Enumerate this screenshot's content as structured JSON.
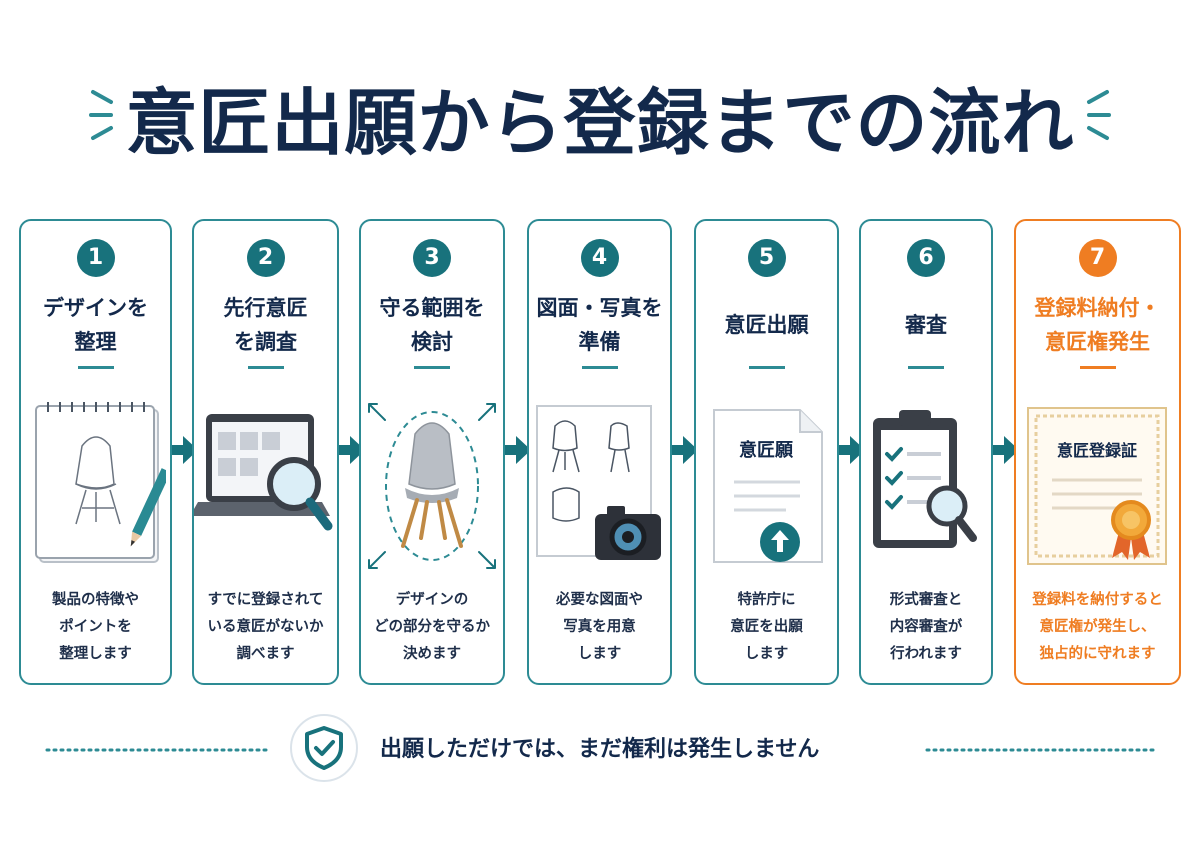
{
  "title": "意匠出願から登録までの流れ",
  "colors": {
    "navy": "#13294b",
    "teal": "#18727c",
    "orange": "#ef7d22"
  },
  "steps": [
    {
      "num": "1",
      "title": "デザインを\n整理",
      "desc": "製品の特徴や\nポイントを\n整理します",
      "icon": "sketchbook-icon"
    },
    {
      "num": "2",
      "title": "先行意匠\nを調査",
      "desc": "すでに登録されて\nいる意匠がないか\n調べます",
      "icon": "laptop-search-icon"
    },
    {
      "num": "3",
      "title": "守る範囲を\n検討",
      "desc": "デザインの\nどの部分を守るか\n決めます",
      "icon": "chair-scope-icon"
    },
    {
      "num": "4",
      "title": "図面・写真を\n準備",
      "desc": "必要な図面や\n写真を用意\nします",
      "icon": "drawings-camera-icon"
    },
    {
      "num": "5",
      "title": "意匠出願",
      "desc": "特許庁に\n意匠を出願\nします",
      "icon": "application-document-icon"
    },
    {
      "num": "6",
      "title": "審査",
      "desc": "形式審査と\n内容審査が\n行われます",
      "icon": "clipboard-check-icon"
    },
    {
      "num": "7",
      "title": "登録料納付・\n意匠権発生",
      "desc": "登録料を納付すると\n意匠権が発生し、\n独占的に守れます",
      "icon": "certificate-icon"
    }
  ],
  "doc_label": "意匠願",
  "cert_label": "意匠登録証",
  "footer_note": "出願しただけでは、まだ権利は発生しません"
}
